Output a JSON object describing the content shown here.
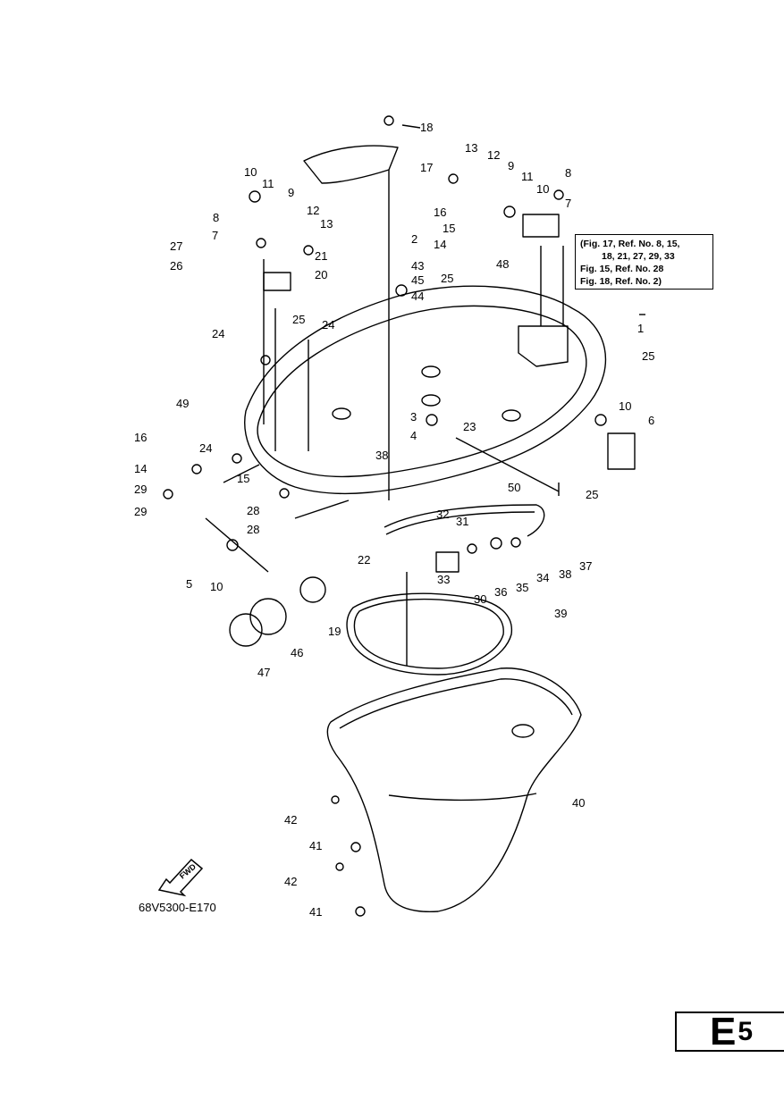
{
  "figure_code": "68V5300-E170",
  "section_badge": {
    "letter": "E",
    "number": "5"
  },
  "direction_marker": "FWD",
  "note_box": {
    "lines": [
      "(Fig. 17, Ref. No. 8, 15,",
      "18, 21, 27, 29, 33",
      "Fig. 15, Ref. No. 28",
      "Fig. 18, Ref. No. 2)"
    ]
  },
  "callouts": [
    "18",
    "17",
    "13",
    "12",
    "9",
    "11",
    "10",
    "8",
    "7",
    "16",
    "15",
    "14",
    "48",
    "2",
    "43",
    "45",
    "44",
    "25",
    "10",
    "11",
    "9",
    "12",
    "13",
    "8",
    "27",
    "7",
    "26",
    "21",
    "20",
    "25",
    "24",
    "24",
    "49",
    "1",
    "25",
    "10",
    "6",
    "3",
    "4",
    "23",
    "38",
    "50",
    "16",
    "24",
    "15",
    "14",
    "29",
    "28",
    "29",
    "28",
    "25",
    "22",
    "32",
    "31",
    "37",
    "38",
    "34",
    "35",
    "36",
    "30",
    "33",
    "5",
    "10",
    "19",
    "39",
    "46",
    "47",
    "40",
    "42",
    "41",
    "42",
    "41"
  ]
}
